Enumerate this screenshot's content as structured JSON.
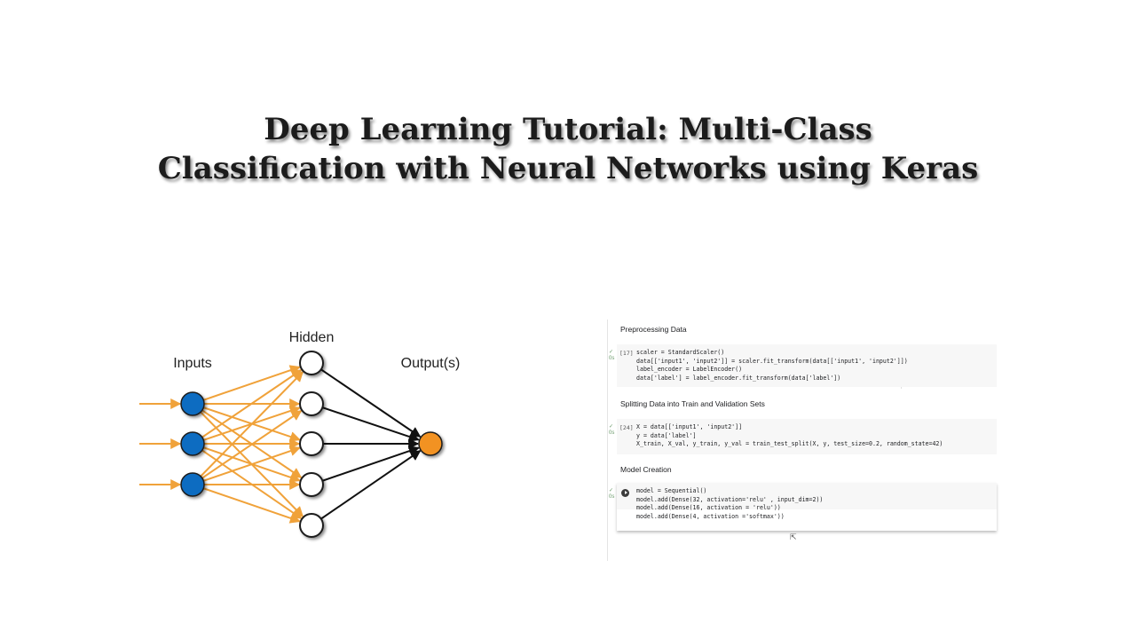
{
  "title": {
    "line1": "Deep Learning Tutorial: Multi-Class",
    "line2": "Classification with Neural Networks using Keras"
  },
  "diagram": {
    "inputs_label": "Inputs",
    "hidden_label": "Hidden",
    "output_label": "Output(s)",
    "colors": {
      "input": "#0d6cc1",
      "output": "#f29221",
      "connections_in": "#f0a23a",
      "connections_out": "#111111"
    }
  },
  "notebook": {
    "sections": [
      {
        "heading": "Preprocessing Data",
        "exec_count": "[17]",
        "lines": [
          "scaler = StandardScaler()",
          "data[['input1', 'input2']] = scaler.fit_transform(data[['input1', 'input2']])",
          "label_encoder = LabelEncoder()",
          "data['label'] = label_encoder.fit_transform(data['label'])"
        ]
      },
      {
        "heading": "Splitting Data into Train and Validation Sets",
        "exec_count": "[24]",
        "lines": [
          "X = data[['input1', 'input2']]",
          "y = data['label']",
          "X_train, X_val, y_train, y_val = train_test_split(X, y, test_size=0.2, random_state=42)"
        ]
      },
      {
        "heading": "Model Creation",
        "exec_count": "",
        "lines": [
          "model = Sequential()",
          "model.add(Dense(32, activation='relu' , input_dim=2))",
          "model.add(Dense(16, activation = 'relu'))",
          "model.add(Dense(4, activation ='softmax'))"
        ]
      }
    ]
  }
}
